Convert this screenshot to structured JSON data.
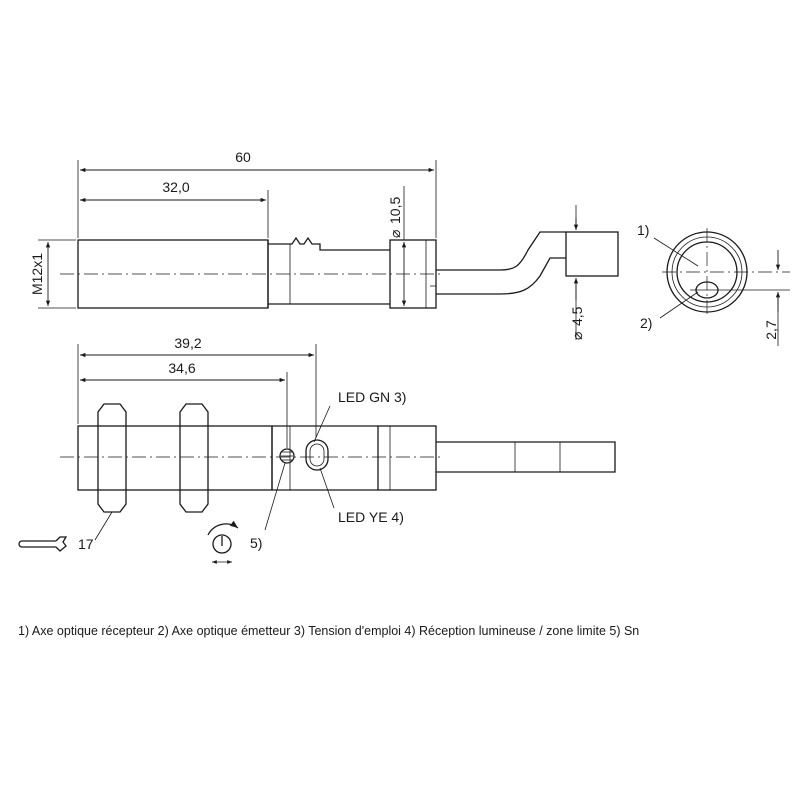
{
  "dimensions": {
    "overall_length": "60",
    "thread_length": "32,0",
    "thread": "M12x1",
    "head_diameter": "10,5",
    "cable_diameter": "4,5",
    "optical_offset": "2,7",
    "led_position": "39,2",
    "pot_position": "34,6",
    "wrench_size": "17"
  },
  "symbols": {
    "diameter": "⌀",
    "wrench": "wrench-icon",
    "adjust": "rotary-adjust-icon"
  },
  "callouts": {
    "receiver_marker": "1)",
    "emitter_marker": "2)",
    "led_green": "LED GN 3)",
    "led_yellow": "LED YE 4)",
    "sensitivity_marker": "5)"
  },
  "legend": {
    "text": "1) Axe optique récepteur  2) Axe optique émetteur  3) Tension d'emploi  4) Réception lumineuse / zone limite  5) Sn"
  }
}
